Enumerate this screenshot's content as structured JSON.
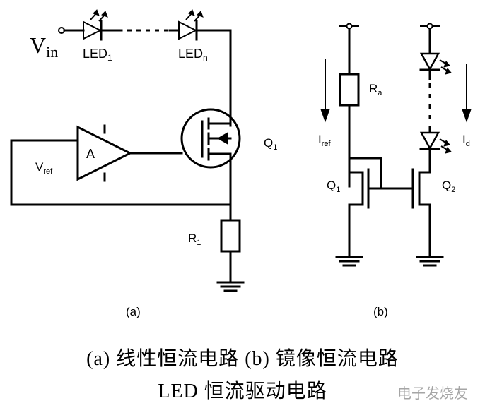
{
  "diagram_a": {
    "vin_main": "V",
    "vin_sub": "in",
    "led1_main": "LED",
    "led1_sub": "1",
    "ledn_main": "LED",
    "ledn_sub": "n",
    "amp_label": "A",
    "vref_main": "V",
    "vref_sub": "ref",
    "q1_main": "Q",
    "q1_sub": "1",
    "r1_main": "R",
    "r1_sub": "1",
    "panel_label": "(a)"
  },
  "diagram_b": {
    "ra_main": "R",
    "ra_sub": "a",
    "iref_main": "I",
    "iref_sub": "ref",
    "id_main": "I",
    "id_sub": "d",
    "q1_main": "Q",
    "q1_sub": "1",
    "q2_main": "Q",
    "q2_sub": "2",
    "panel_label": "(b)"
  },
  "caption": {
    "line1": "(a)  线性恒流电路    (b)  镜像恒流电路",
    "line2": "LED 恒流驱动电路"
  },
  "watermark": {
    "text": "电子发烧友"
  }
}
